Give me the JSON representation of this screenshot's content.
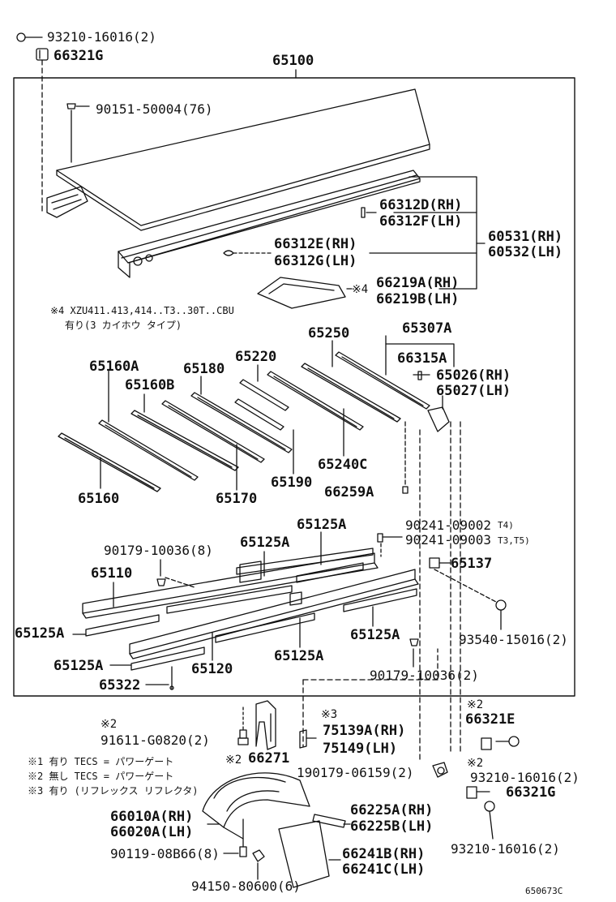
{
  "diagram_code": "650673C",
  "assembly": "65100",
  "parts": {
    "p93210_16016_top": "93210-16016(2)",
    "p66321g_top": "66321G",
    "p90151": "90151-50004(76)",
    "p66312d": "66312D(RH)",
    "p66312f": "66312F(LH)",
    "p60531": "60531(RH)",
    "p60532": "60532(LH)",
    "p66312e": "66312E(RH)",
    "p66312g": "66312G(LH)",
    "p66219a": "66219A(RH)",
    "p66219b": "66219B(LH)",
    "p65250": "65250",
    "p65307a": "65307A",
    "p66315a": "66315A",
    "p65026": "65026(RH)",
    "p65027": "65027(LH)",
    "p65160a": "65160A",
    "p65160b": "65160B",
    "p65180": "65180",
    "p65220": "65220",
    "p65160": "65160",
    "p65170": "65170",
    "p65190": "65190",
    "p65240c": "65240C",
    "p66259a": "66259A",
    "p65125a_1": "65125A",
    "p90241_09002": "90241-09002",
    "p90241_09002_note": "T4)",
    "p90241_09003": "90241-09003",
    "p90241_09003_note": "T3,T5)",
    "p90179_top": "90179-10036(8)",
    "p65125a_2": "65125A",
    "p65137": "65137",
    "p65110": "65110",
    "p65125a_3": "65125A",
    "p65125a_4": "65125A",
    "p93540": "93540-15016(2)",
    "p65125a_5": "65125A",
    "p65120": "65120",
    "p65125a_6": "65125A",
    "p90179_bottom": "90179-10036(2)",
    "p65322": "65322",
    "p66321e": "66321E",
    "p91611": "91611-G0820(2)",
    "p75139a": "75139A(RH)",
    "p75149": "75149(LH)",
    "p66271": "66271",
    "p190179": "190179-06159(2)",
    "p93210_mid": "93210-16016(2)",
    "p66321g_bottom": "66321G",
    "p66225a": "66225A(RH)",
    "p66225b": "66225B(LH)",
    "p66010a": "66010A(RH)",
    "p66020a": "66020A(LH)",
    "p93210_bottom": "93210-16016(2)",
    "p90119": "90119-08B66(8)",
    "p66241b": "66241B(RH)",
    "p66241c": "66241C(LH)",
    "p94150": "94150-80600(6)"
  },
  "marks": {
    "m2_a": "※2",
    "m2_b": "※2",
    "m2_c": "※2",
    "m2_d": "※2",
    "m3": "※3",
    "m4": "※4"
  },
  "notes": {
    "note4_line1": "※4 XZU411.413,414..T3..30T..CBU",
    "note4_line2": "有り(3 カイホウ タイプ)",
    "legend1": "※1 有り TECS = パワーゲート",
    "legend2": "※2 無し TECS = パワーゲート",
    "legend3": "※3 有り (リフレックス リフレクタ)"
  }
}
